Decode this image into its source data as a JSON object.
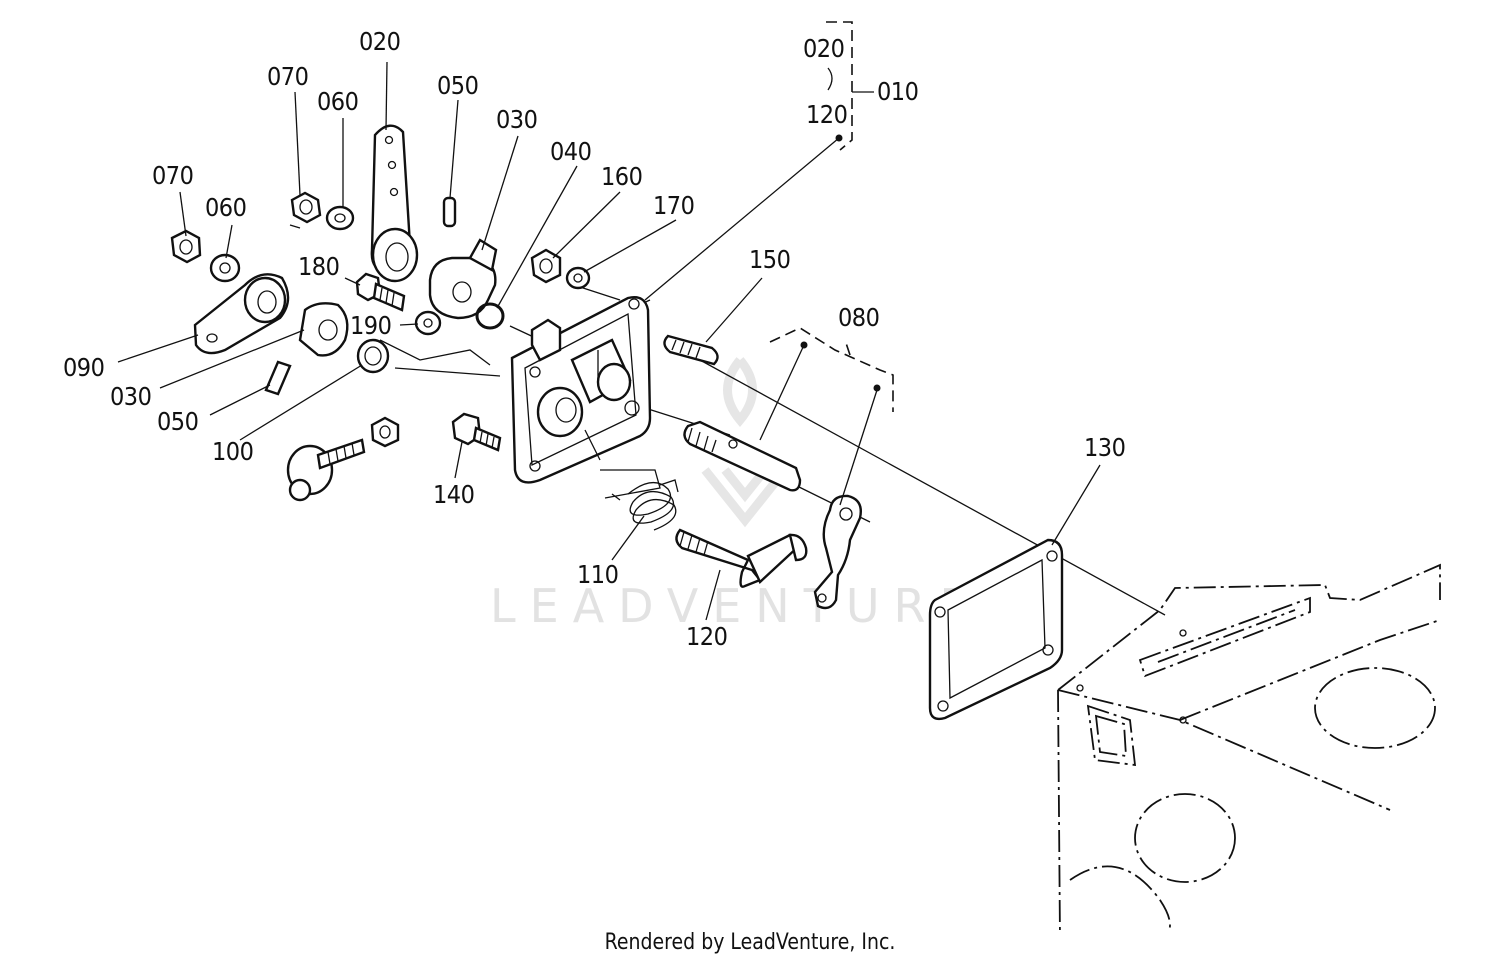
{
  "watermark": "LEADVENTURE",
  "footer": "Rendered by LeadVenture, Inc.",
  "labels": {
    "l020_top": "020",
    "l070_a": "070",
    "l060_a": "060",
    "l050_top": "050",
    "l030_top": "030",
    "l040": "040",
    "l160": "160",
    "l170": "170",
    "l070_b": "070",
    "l060_b": "060",
    "l180": "180",
    "l190": "190",
    "l090": "090",
    "l030_bot": "030",
    "l050_bot": "050",
    "l100": "100",
    "l140": "140",
    "l150": "150",
    "l080": "080",
    "l110": "110",
    "l120_bot": "120",
    "l130": "130",
    "l020_bracket": "020",
    "l120_bracket": "120",
    "l010": "010"
  }
}
